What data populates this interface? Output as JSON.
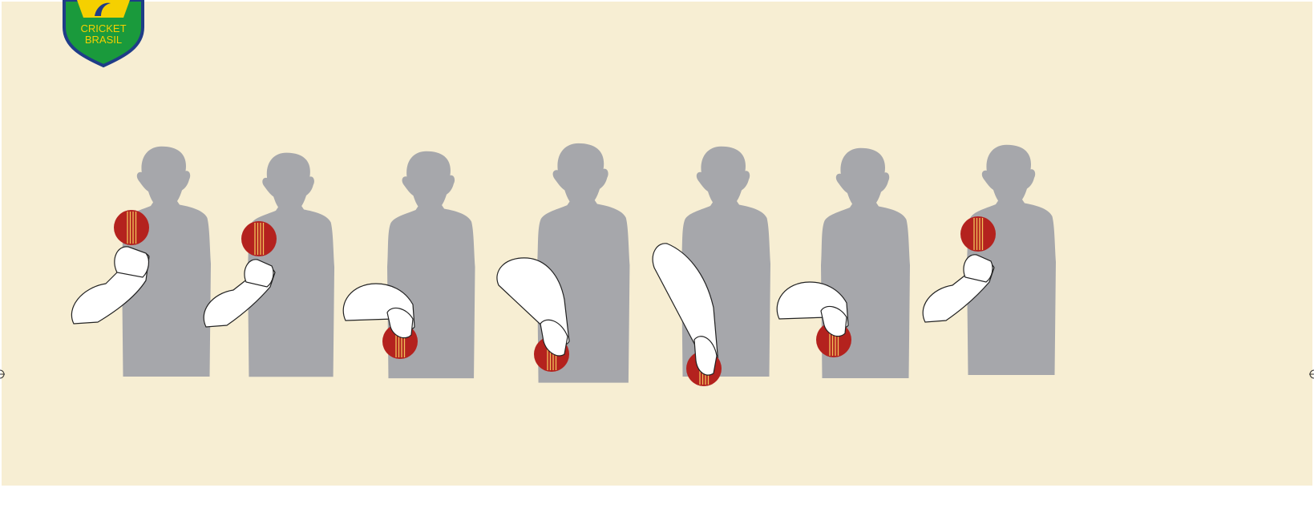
{
  "logo": {
    "line1": "CRICKET",
    "line2": "BRASIL",
    "colors": {
      "shield": "#1a9a3c",
      "border": "#1f3c88",
      "yellow": "#f5d000",
      "text": "#f5d000"
    }
  },
  "colors": {
    "background": "#f7eed3",
    "silhouette": "#a6a7ab",
    "hand": "#ffffff",
    "outline": "#222222",
    "ball": "#b4221e",
    "seam": "#f2c25a"
  },
  "figures": [
    {
      "id": "figure-1",
      "hand_pose": "raised-open"
    },
    {
      "id": "figure-2",
      "hand_pose": "raised"
    },
    {
      "id": "figure-3",
      "hand_pose": "hanging"
    },
    {
      "id": "figure-4",
      "hand_pose": "hanging-low"
    },
    {
      "id": "figure-5",
      "hand_pose": "hanging-lowest"
    },
    {
      "id": "figure-6",
      "hand_pose": "hanging"
    },
    {
      "id": "figure-7",
      "hand_pose": "raised"
    }
  ],
  "registration_marks": [
    {
      "side": "left",
      "icon": "crosshair-icon"
    },
    {
      "side": "right",
      "icon": "crosshair-icon"
    }
  ]
}
